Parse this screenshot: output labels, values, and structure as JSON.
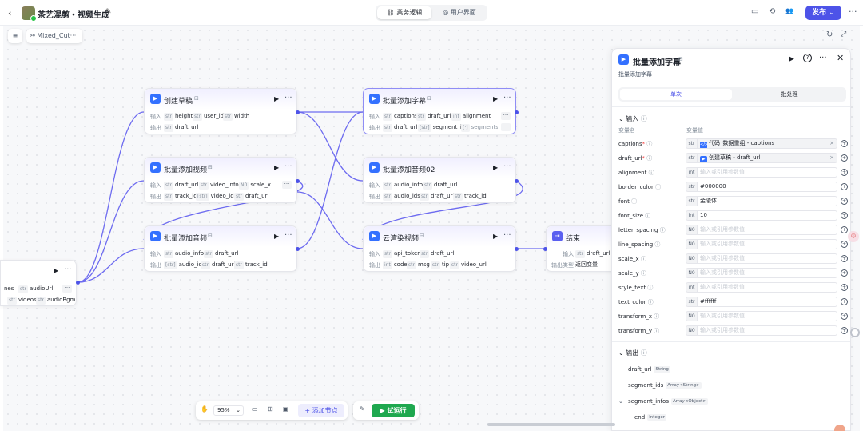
{
  "topbar": {
    "back_icon": "‹",
    "title": "茶艺混剪・视频生成",
    "edit_icon": "✎",
    "tabs": [
      {
        "label": "業务逻辑",
        "icon": "⛓"
      },
      {
        "label": "用户界面",
        "icon": "◎"
      }
    ],
    "icons": [
      "▭",
      "⟲",
      "👥"
    ],
    "publish_label": "发布",
    "publish_chevron": "⌄",
    "more_icon": "···",
    "accent_color": "#4d53e8"
  },
  "canvas_toolbar": {
    "collapse_icon": "≡",
    "workflow_tag": "Mixed_Cut···",
    "refresh_icon": "↻",
    "expand_icon": "⤢"
  },
  "nodes": {
    "start": {
      "partial_in": [
        "nes",
        "audioUrl"
      ],
      "partial_out": [
        "videos",
        "audioBgm"
      ],
      "type_str": "str"
    },
    "create_draft": {
      "title": "创建草稿",
      "input_label": "输入",
      "output_label": "输出",
      "inputs": [
        "height",
        "user_id",
        "width"
      ],
      "outputs": [
        "draft_url"
      ]
    },
    "add_videos": {
      "title": "批量添加视频",
      "input_label": "输入",
      "output_label": "输出",
      "inputs": [
        "draft_url",
        "video_infos",
        "scale_x"
      ],
      "outputs": [
        "track_id",
        "video_ids",
        "draft_url"
      ]
    },
    "add_audios": {
      "title": "批量添加音频",
      "input_label": "输入",
      "output_label": "输出",
      "inputs": [
        "audio_infos",
        "draft_url"
      ],
      "outputs": [
        "audio_ids",
        "draft_url",
        "track_id"
      ]
    },
    "add_captions": {
      "title": "批量添加字幕",
      "input_label": "输入",
      "output_label": "输出",
      "inputs": [
        "captions",
        "draft_url",
        "alignment"
      ],
      "outputs": [
        "draft_url",
        "segment_ids",
        "segments"
      ]
    },
    "add_audios02": {
      "title": "批量添加音频02",
      "input_label": "输入",
      "output_label": "输出",
      "inputs": [
        "audio_infos",
        "draft_url"
      ],
      "outputs": [
        "audio_ids",
        "draft_url",
        "track_id"
      ]
    },
    "cloud_render": {
      "title": "云渲染视频",
      "input_label": "输入",
      "output_label": "输出",
      "inputs": [
        "api_token",
        "draft_url"
      ],
      "outputs": [
        "code",
        "msg",
        "tip",
        "video_url"
      ]
    },
    "end": {
      "title": "结束",
      "input_label": "输入",
      "inputs": [
        "draft_url"
      ],
      "output_type_label": "输出类型",
      "output_type_value": "返回变量"
    }
  },
  "panel": {
    "title": "批量添加字幕",
    "subtitle": "批量添加字幕",
    "tab_single": "单次",
    "tab_batch": "批处理",
    "input_section": "输入",
    "col_name": "变量名",
    "col_value": "变量值",
    "params": [
      {
        "name": "captions",
        "required": true,
        "type": "str",
        "kind": "ref",
        "ref_icon": "</>",
        "ref_node": "代码_数据重组",
        "ref_var": "captions"
      },
      {
        "name": "draft_url",
        "required": true,
        "type": "str",
        "kind": "ref",
        "ref_icon": "▶",
        "ref_node": "创建草稿",
        "ref_var": "draft_url"
      },
      {
        "name": "alignment",
        "type": "int",
        "kind": "empty",
        "placeholder": "输入或引用参数值"
      },
      {
        "name": "border_color",
        "type": "str",
        "kind": "value",
        "value": "#000000"
      },
      {
        "name": "font",
        "type": "str",
        "kind": "value",
        "value": "金陵体"
      },
      {
        "name": "font_size",
        "type": "int",
        "kind": "value",
        "value": "10"
      },
      {
        "name": "letter_spacing",
        "type": "N0",
        "kind": "empty",
        "placeholder": "输入或引用参数值"
      },
      {
        "name": "line_spacing",
        "type": "N0",
        "kind": "empty",
        "placeholder": "输入或引用参数值"
      },
      {
        "name": "scale_x",
        "type": "N0",
        "kind": "empty",
        "placeholder": "输入或引用参数值"
      },
      {
        "name": "scale_y",
        "type": "N0",
        "kind": "empty",
        "placeholder": "输入或引用参数值"
      },
      {
        "name": "style_text",
        "type": "int",
        "kind": "empty",
        "placeholder": "输入或引用参数值"
      },
      {
        "name": "text_color",
        "type": "str",
        "kind": "value",
        "value": "#ffffff"
      },
      {
        "name": "transform_x",
        "type": "N0",
        "kind": "empty",
        "placeholder": "输入或引用参数值"
      },
      {
        "name": "transform_y",
        "type": "N0",
        "kind": "empty",
        "placeholder": "输入或引用参数值"
      }
    ],
    "output_section": "输出",
    "outputs": [
      {
        "name": "draft_url",
        "type": "String"
      },
      {
        "name": "segment_ids",
        "type": "Array<String>"
      },
      {
        "name": "segment_infos",
        "type": "Array<Object>"
      },
      {
        "name": "end",
        "type": "Integer"
      }
    ]
  },
  "bottom": {
    "hand_icon": "✋",
    "zoom": "95%",
    "icons": [
      "▭",
      "⊞",
      "▣"
    ],
    "add_node_icon": "+",
    "add_node_label": "添加节点",
    "debug_icon": "✎",
    "run_icon": "▶",
    "run_label": "试运行",
    "run_color": "#1fa84f"
  }
}
